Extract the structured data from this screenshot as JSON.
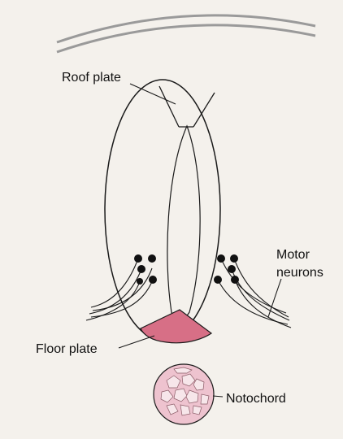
{
  "labels": {
    "roof_plate": "Roof plate",
    "motor_neurons_line1": "Motor",
    "motor_neurons_line2": "neurons",
    "floor_plate": "Floor plate",
    "notochord": "Notochord"
  },
  "colors": {
    "background": "#f4f1ec",
    "outline": "#1a1a1a",
    "ectoderm": "#9a9a9a",
    "floor_plate": "#d76f86",
    "notochord_fill": "#eec3cf",
    "notochord_cells": "#f7e6ea"
  }
}
